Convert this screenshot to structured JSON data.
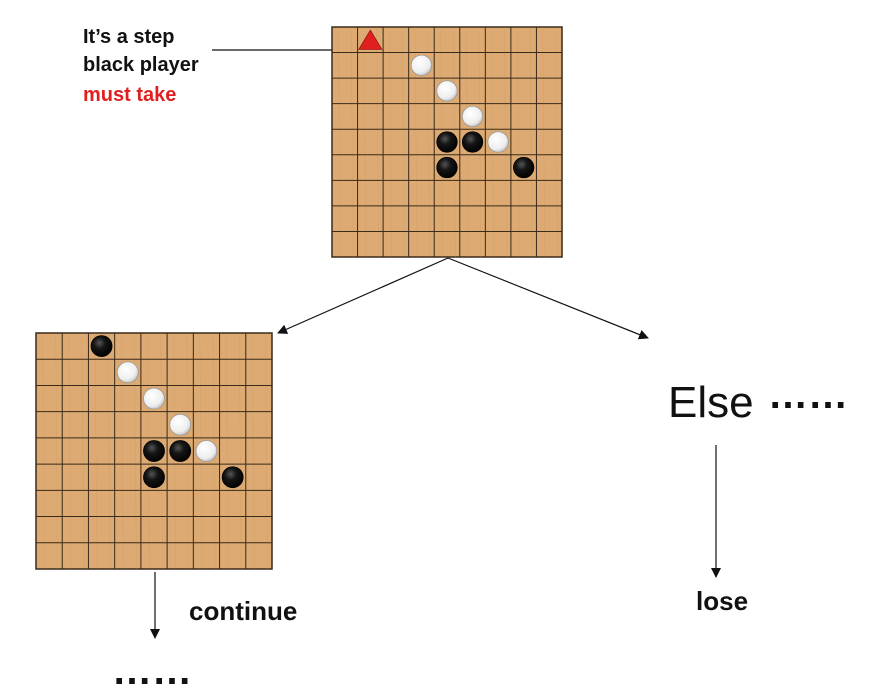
{
  "note": {
    "line1": "It’s a step",
    "line2": "black player",
    "line3": "must take",
    "highlight_color": "#e02020"
  },
  "marker": {
    "icon": "red-triangle-icon",
    "color": "#e02020",
    "position": [
      1,
      0
    ]
  },
  "board_style": {
    "wood_color": "#dcaa72",
    "line_color": "#3a2a18",
    "black_stone": "#111111",
    "white_stone": "#f4f4f4"
  },
  "top_board": {
    "size": 9,
    "white_stones": [
      [
        3,
        1
      ],
      [
        4,
        2
      ],
      [
        5,
        3
      ],
      [
        6,
        4
      ]
    ],
    "black_stones": [
      [
        4,
        4
      ],
      [
        5,
        4
      ],
      [
        4,
        5
      ],
      [
        7,
        5
      ]
    ]
  },
  "bottom_board": {
    "size": 9,
    "white_stones": [
      [
        3,
        1
      ],
      [
        4,
        2
      ],
      [
        5,
        3
      ],
      [
        6,
        4
      ]
    ],
    "black_stones": [
      [
        2,
        0
      ],
      [
        4,
        4
      ],
      [
        5,
        4
      ],
      [
        4,
        5
      ],
      [
        7,
        5
      ]
    ]
  },
  "labels": {
    "else": "Else",
    "else_dots": "……",
    "continue": "continue",
    "lose": "lose",
    "bottom_dots": "……"
  }
}
